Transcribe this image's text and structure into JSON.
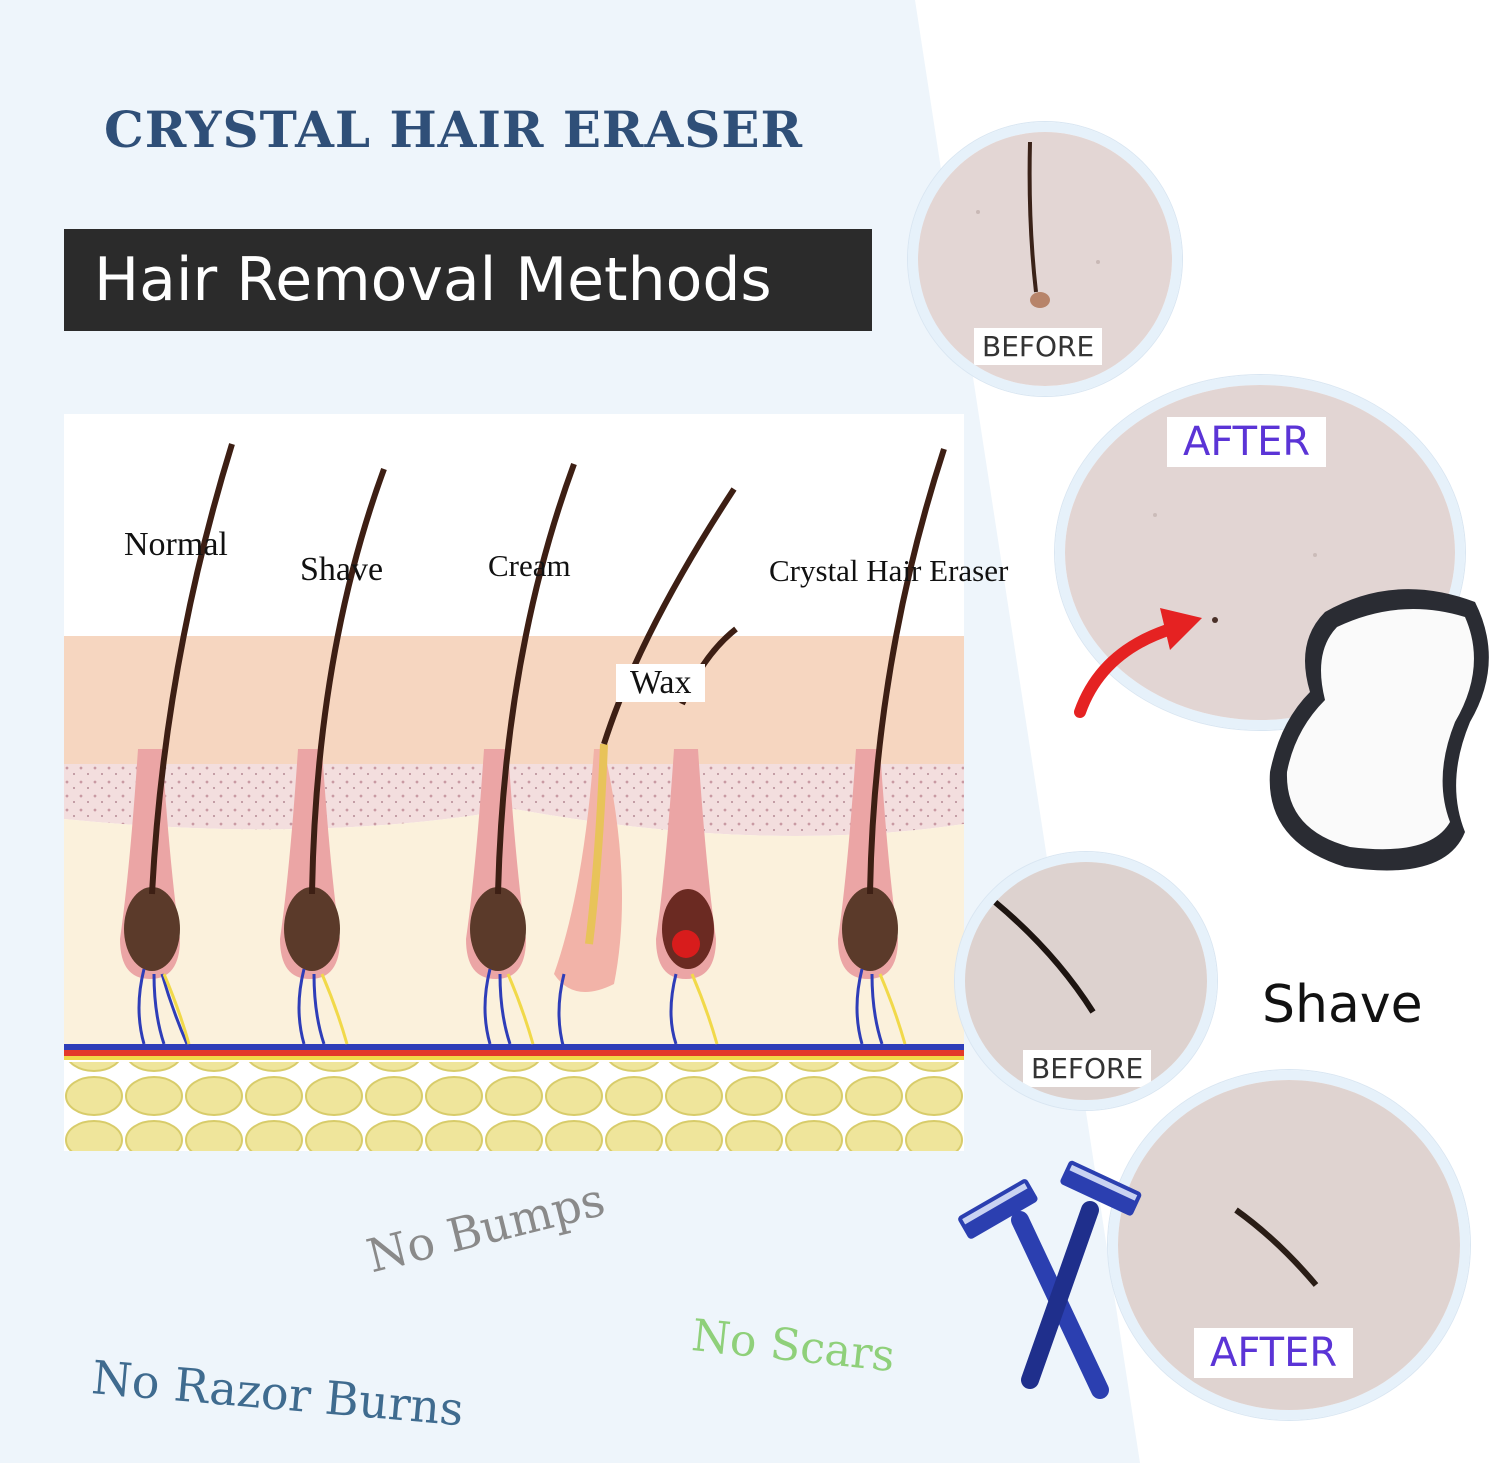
{
  "title": "CRYSTAL HAIR ERASER",
  "banner": "Hair Removal Methods",
  "diagram": {
    "labels": {
      "normal": "Normal",
      "shave": "Shave",
      "cream": "Cream",
      "wax": "Wax",
      "crystal": "Crystal Hair Eraser"
    }
  },
  "comparisons": {
    "eraser": {
      "before": "BEFORE",
      "after": "AFTER"
    },
    "shave": {
      "label": "Shave",
      "before": "BEFORE",
      "after": "AFTER"
    }
  },
  "slogans": {
    "bumps": "No Bumps",
    "scars": "No Scars",
    "burns": "No Razor Burns"
  },
  "colors": {
    "title": "#2f4f78",
    "banner_bg": "#2b2b2b",
    "after_text": "#5b34d6",
    "arrow": "#e52222",
    "razor": "#2b3fb0",
    "slogan_bumps": "#8a8a8a",
    "slogan_scars": "#8fd07a",
    "slogan_burns": "#3f6b8f"
  },
  "icons": [
    "red-arrow-icon",
    "crystal-eraser-product",
    "razor-icon"
  ]
}
